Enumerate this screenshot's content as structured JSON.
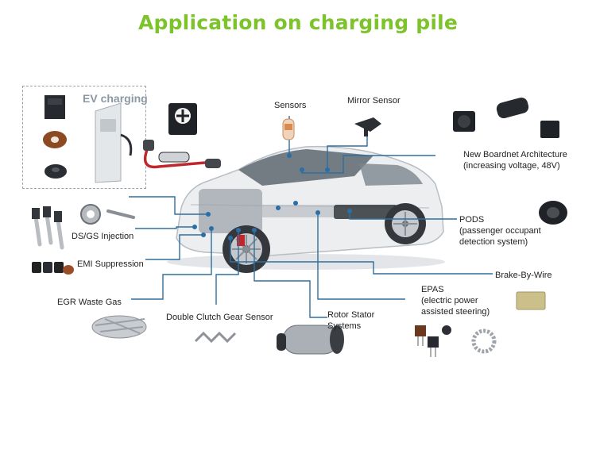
{
  "title": "Application on charging pile",
  "ev_box": {
    "title": "EV charging"
  },
  "labels": {
    "sensors": "Sensors",
    "mirror_sensor": "Mirror Sensor",
    "boardnet_line1": "New Boardnet Architecture",
    "boardnet_line2": "(increasing voltage, 48V)",
    "pods_line1": "PODS",
    "pods_line2": "(passenger occupant",
    "pods_line3": "detection system)",
    "dsgs_injection": "DS/GS  Injection",
    "emi_suppression": "EMI Suppression",
    "egr_waste_gas": "EGR Waste Gas",
    "double_clutch": "Double Clutch Gear Sensor",
    "rotor_line1": "Rotor Stator",
    "rotor_line2": "Systems",
    "epas_line1": "EPAS",
    "epas_line2": "(electric power",
    "epas_line3": "assisted steering)",
    "brake_by_wire": "Brake-By-Wire"
  },
  "colors": {
    "title": "#7dc42c",
    "connector": "#2f6f9e",
    "node": "#2a6ea8",
    "box_border": "#9aa3ad"
  },
  "icons": [
    "ferrite-core-icon",
    "toroid-coil-icon",
    "ring-core-icon",
    "charging-station-icon",
    "charging-cable-icon",
    "inductor-module-icon",
    "sensor-capsule-icon",
    "mirror-sensor-icon",
    "power-inductor-icon",
    "common-mode-choke-icon",
    "injector-icon",
    "bearing-sensor-icon",
    "emi-core-icon",
    "turbo-vane-icon",
    "gear-sensor-icon",
    "rotor-stator-icon",
    "epas-inductor-icon",
    "gear-ring-icon",
    "brake-pad-icon",
    "car-icon"
  ]
}
